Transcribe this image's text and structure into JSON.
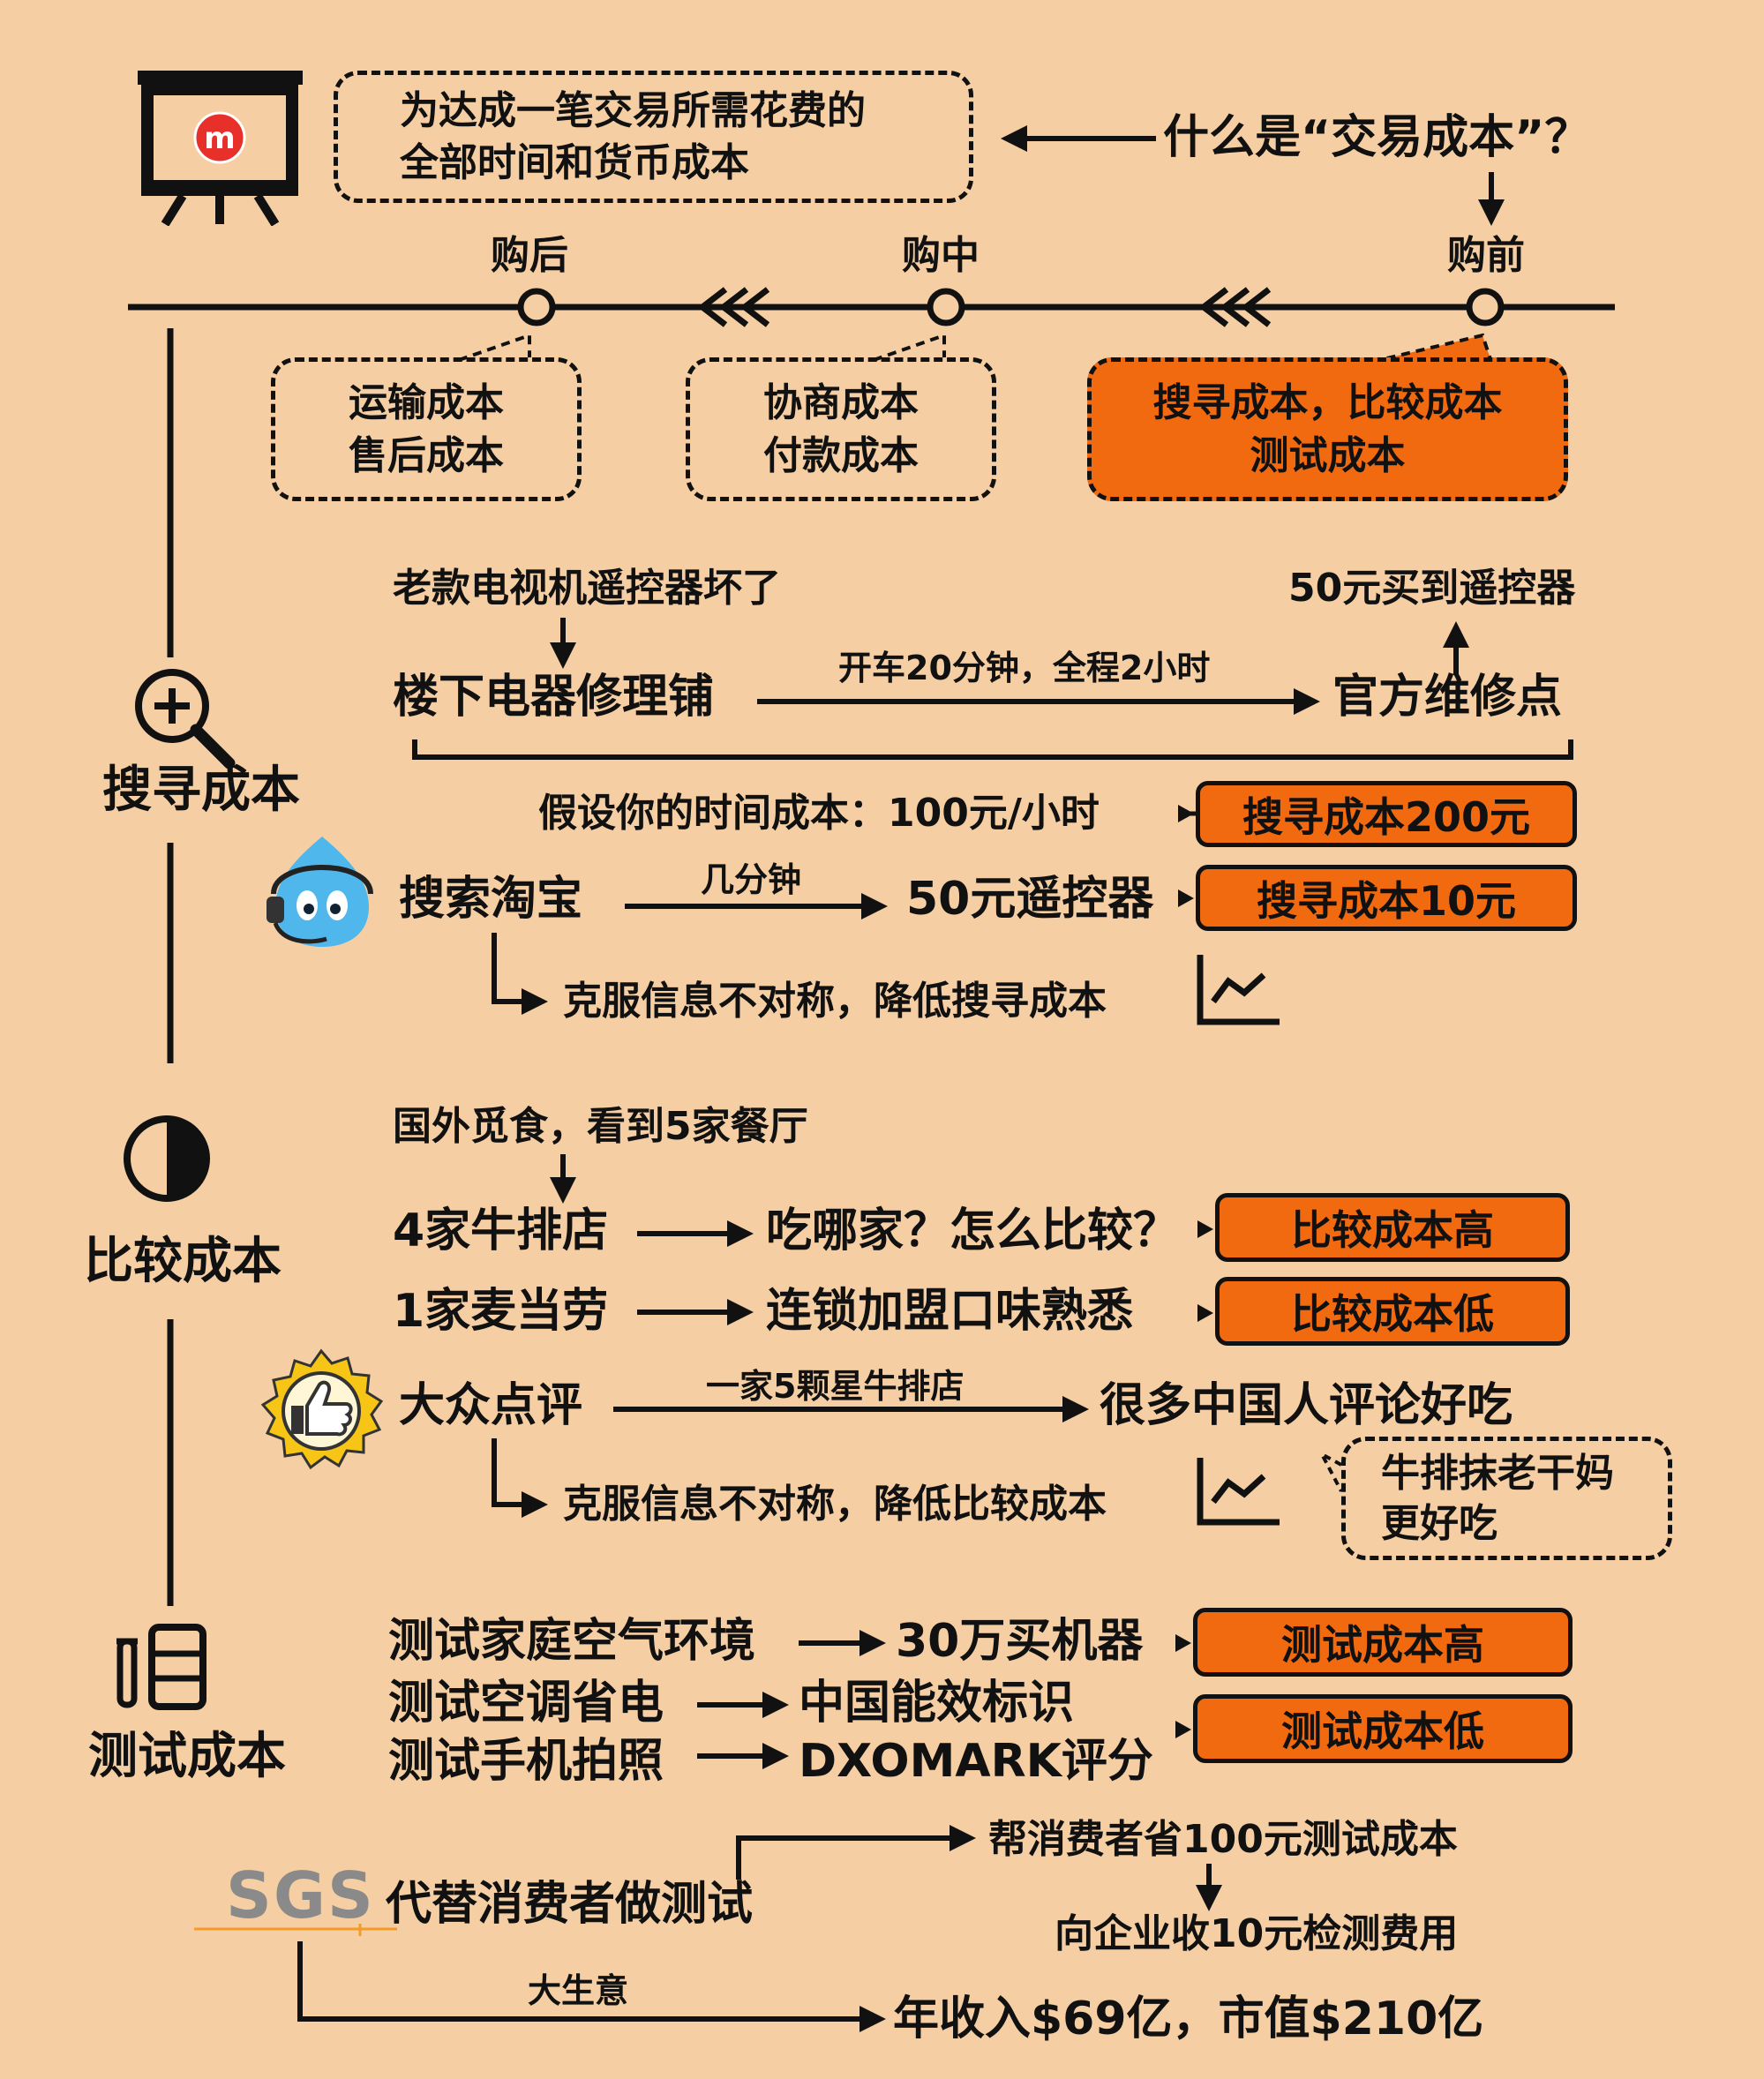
{
  "definition": {
    "box_line1": "为达成一笔交易所需花费的",
    "box_line2": "全部时间和货币成本",
    "question": "什么是“交易成本”？"
  },
  "timeline": {
    "after": "购后",
    "during": "购中",
    "before": "购前",
    "after_costs": [
      "运输成本",
      "售后成本"
    ],
    "during_costs": [
      "协商成本",
      "付款成本"
    ],
    "before_costs": [
      "搜寻成本，比较成本",
      "测试成本"
    ]
  },
  "search": {
    "heading": "搜寻成本",
    "remote_broken": "老款电视机遥控器坏了",
    "repair_shop": "楼下电器修理铺",
    "drive": "开车20分钟，全程2小时",
    "official": "官方维修点",
    "bought": "50元买到遥控器",
    "time_cost": "假设你的时间成本：100元/小时",
    "cost_200": "搜寻成本200元",
    "taobao": "搜索淘宝",
    "minutes": "几分钟",
    "remote_50": "50元遥控器",
    "cost_10": "搜寻成本10元",
    "overcome": "克服信息不对称，降低搜寻成本"
  },
  "compare": {
    "heading": "比较成本",
    "abroad": "国外觅食，看到5家餐厅",
    "steak4": "4家牛排店",
    "which": "吃哪家？怎么比较？",
    "high": "比较成本高",
    "mcd": "1家麦当劳",
    "chain": "连锁加盟口味熟悉",
    "low": "比较成本低",
    "dianping": "大众点评",
    "five_star": "一家5颗星牛排店",
    "reviews": "很多中国人评论好吃",
    "overcome": "克服信息不对称，降低比较成本",
    "note_line1": "牛排抹老干妈",
    "note_line2": "更好吃"
  },
  "test": {
    "heading": "测试成本",
    "air": "测试家庭空气环境",
    "machine": "30万买机器",
    "high": "测试成本高",
    "ac": "测试空调省电",
    "energy": "中国能效标识",
    "phone": "测试手机拍照",
    "dxomark": "DXOMARK评分",
    "low": "测试成本低",
    "sgs_logo": "SGS",
    "replace": "代替消费者做测试",
    "save": "帮消费者省100元测试成本",
    "charge": "向企业收10元检测费用",
    "big_biz": "大生意",
    "revenue": "年收入$69亿，市值$210亿"
  },
  "colors": {
    "background": "#F5CFA3",
    "accent": "#F26A10",
    "ink": "#111111"
  },
  "icons": [
    "presentation-board-icon",
    "magnifier-plus-icon",
    "mascot-icon",
    "half-circle-icon",
    "thumbs-up-badge-icon",
    "chart-line-icon",
    "test-tube-icon"
  ]
}
